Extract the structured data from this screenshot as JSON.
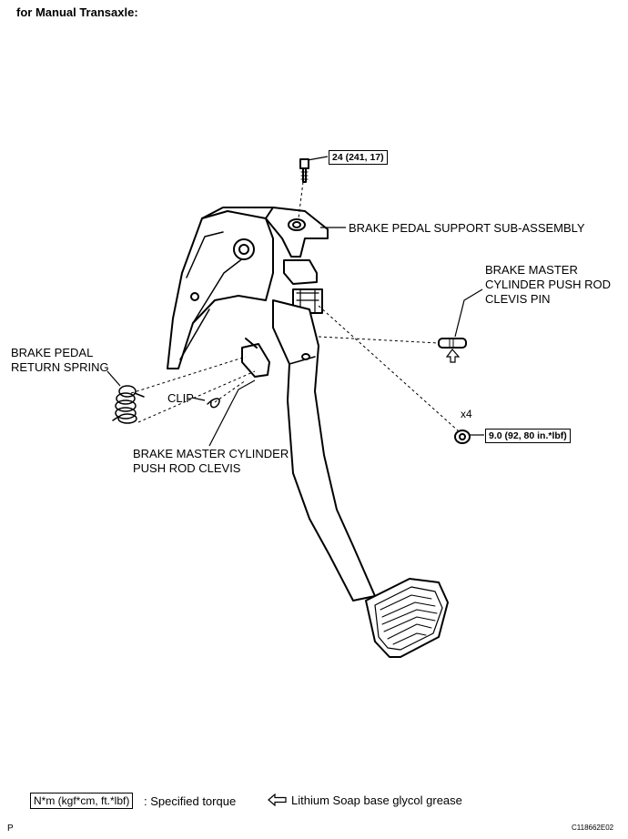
{
  "header": "for Manual Transaxle:",
  "torque_top": "24 (241, 17)",
  "torque_nut": "9.0 (92, 80 in.*lbf)",
  "qty_nut": "x4",
  "labels": {
    "support": "BRAKE PEDAL SUPPORT SUB-ASSEMBLY",
    "clevis_pin": [
      "BRAKE MASTER",
      "CYLINDER PUSH ROD",
      "CLEVIS PIN"
    ],
    "return_spring": [
      "BRAKE PEDAL",
      "RETURN SPRING"
    ],
    "clip": "CLIP",
    "push_rod_clevis": [
      "BRAKE MASTER CYLINDER",
      "PUSH ROD CLEVIS"
    ]
  },
  "legend": {
    "torque_box": "N*m (kgf*cm, ft.*lbf)",
    "torque_text": ": Specified torque",
    "grease_text": "Lithium Soap base glycol grease"
  },
  "footer": {
    "left": "P",
    "code": "C118662E02"
  }
}
